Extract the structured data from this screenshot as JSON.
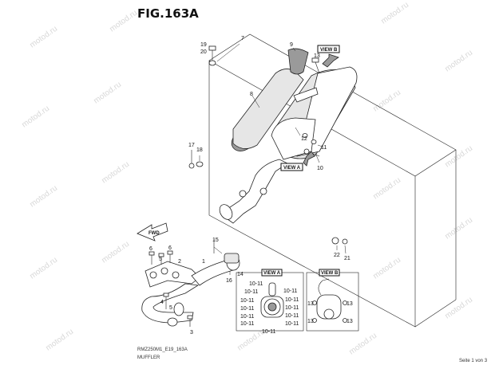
{
  "figure": {
    "title": "FIG.163A",
    "model_code": "RMZ250M1_E19_163A",
    "section": "MUFFLER",
    "page": "Seite 1 von 3"
  },
  "watermark": {
    "text": "motod.ru"
  },
  "view_tags": {
    "view_a_top": "VIEW A",
    "view_b_top": "VIEW B",
    "view_a_inset": "VIEW A",
    "view_b_inset": "VIEW B"
  },
  "fwd_label": "FWD",
  "callouts": {
    "c1": "1",
    "c2": "2",
    "c3": "3",
    "c4": "4",
    "c5a": "5",
    "c5b": "5",
    "c6a": "6",
    "c6b": "6",
    "c7": "7",
    "c8": "8",
    "c9": "9",
    "c10": "10",
    "c11": "11",
    "c12": "12",
    "c13": "13",
    "c14": "14",
    "c15": "15",
    "c16": "16",
    "c17": "17",
    "c18": "18",
    "c19": "19",
    "c20": "20",
    "c21": "21",
    "c22": "22"
  },
  "view_a_labels": [
    "10-11",
    "10-11",
    "10-11",
    "10-11",
    "10-11",
    "10-11",
    "10-11",
    "10-11",
    "10-11",
    "10-11",
    "10-11",
    "10-11"
  ],
  "view_b_labels": [
    "13",
    "13",
    "13",
    "13"
  ],
  "colors": {
    "line": "#222222",
    "watermark": "#d8d8d8",
    "background": "#ffffff"
  }
}
